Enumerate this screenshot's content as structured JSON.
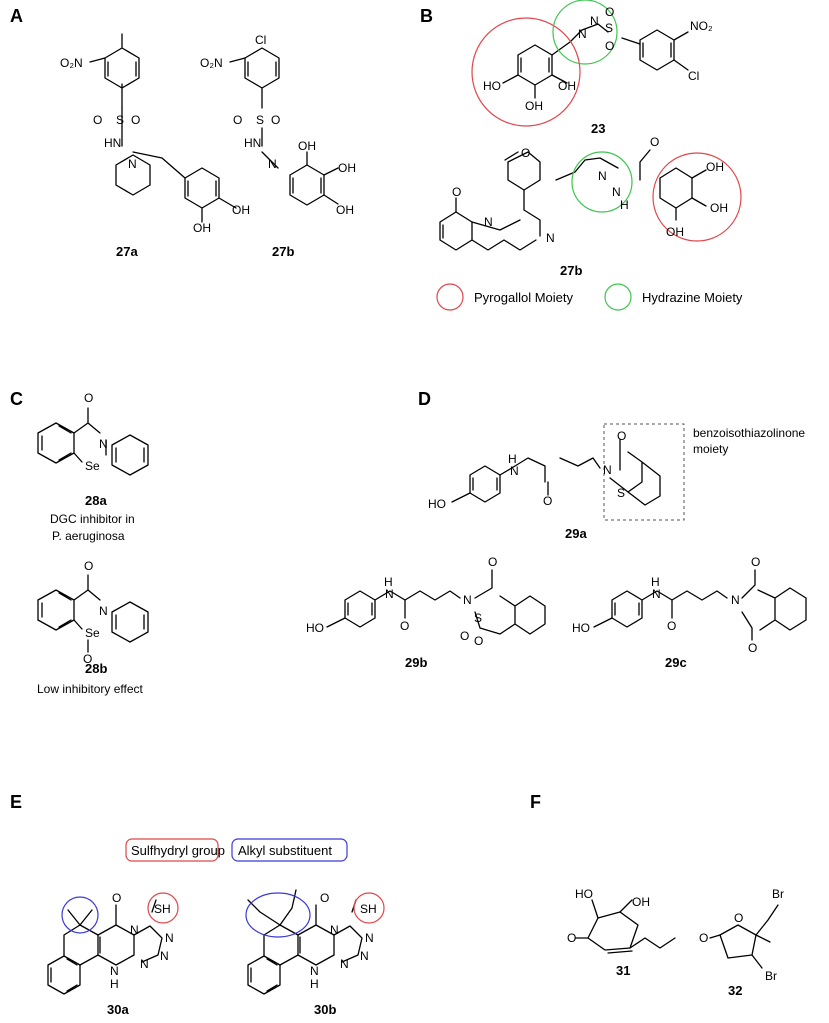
{
  "panels": {
    "A": "A",
    "B": "B",
    "C": "C",
    "D": "D",
    "E": "E",
    "F": "F"
  },
  "compounds": {
    "c27a": "27a",
    "c27b_a": "27b",
    "c23": "23",
    "c27b_b": "27b",
    "c28a": "28a",
    "c28b": "28b",
    "c29a": "29a",
    "c29b": "29b",
    "c29c": "29c",
    "c30a": "30a",
    "c30b": "30b",
    "c31": "31",
    "c32": "32"
  },
  "atoms": {
    "O2N": "O₂N",
    "Cl": "Cl",
    "O": "O",
    "S": "S",
    "N": "N",
    "HN": "HN",
    "H": "H",
    "OH": "OH",
    "HO": "HO",
    "NO2": "NO₂",
    "Se": "Se",
    "SH": "SH",
    "Br": "Br"
  },
  "legend": {
    "pyrogallol": "Pyrogallol Moiety",
    "hydrazine": "Hydrazine Moiety",
    "sulfhydryl": "Sulfhydryl group",
    "alkyl": "Alkyl substituent"
  },
  "notes": {
    "c28a_line1": "DGC inhibitor in",
    "c28a_line2": "P. aeruginosa",
    "c28b": "Low inhibitory effect",
    "benzo1": "benzoisothiazolinone",
    "benzo2": "moiety"
  },
  "colors": {
    "red": "#e0464b",
    "green": "#3fc451",
    "blue": "#3a3ad8",
    "dash": "#555555"
  }
}
